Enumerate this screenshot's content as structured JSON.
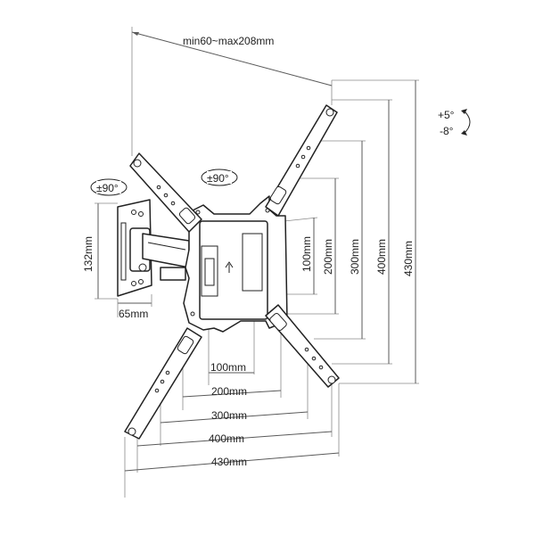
{
  "labels": {
    "arm_extension": "min60~max208mm",
    "tilt_up": "+5°",
    "tilt_down": "-8°",
    "wall_swivel": "±90°",
    "arm_swivel": "±90°",
    "plate_height": "132mm",
    "plate_width": "65mm",
    "vesa_v_100": "100mm",
    "vesa_v_200": "200mm",
    "vesa_v_300": "300mm",
    "vesa_v_400": "400mm",
    "vesa_v_430": "430mm",
    "vesa_h_100": "100mm",
    "vesa_h_200": "200mm",
    "vesa_h_300": "300mm",
    "vesa_h_400": "400mm",
    "vesa_h_430": "430mm"
  },
  "colors": {
    "line": "#222222",
    "dimension": "#5a5a5a"
  }
}
